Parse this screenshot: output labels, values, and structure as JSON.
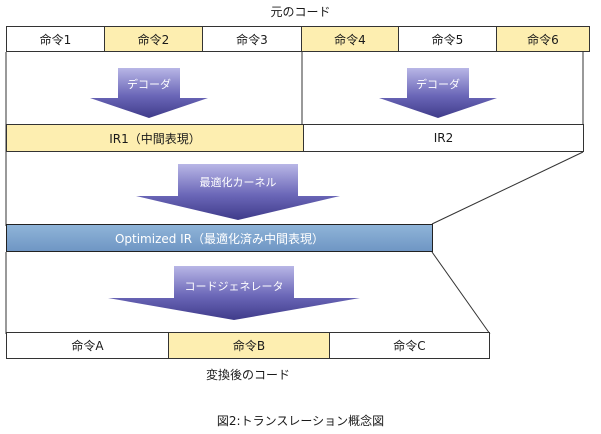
{
  "source_label": "元のコード",
  "source_cells": [
    "命令1",
    "命令2",
    "命令3",
    "命令4",
    "命令5",
    "命令6"
  ],
  "decoder_label_1": "デコーダ",
  "decoder_label_2": "デコーダ",
  "ir_cells": [
    "IR1（中間表現）",
    "IR2"
  ],
  "optimizer_label": "最適化カーネル",
  "optimized_ir": "Optimized IR（最適化済み中間表現）",
  "codegen_label": "コードジェネレータ",
  "target_cells": [
    "命令A",
    "命令B",
    "命令C"
  ],
  "target_label": "変換後のコード",
  "figure_caption": "図2:トランスレーション概念図",
  "colors": {
    "highlight": "#fdeeb0",
    "arrow": "#5a56a8",
    "optimized_ir_fill": "#7aa0cc"
  }
}
